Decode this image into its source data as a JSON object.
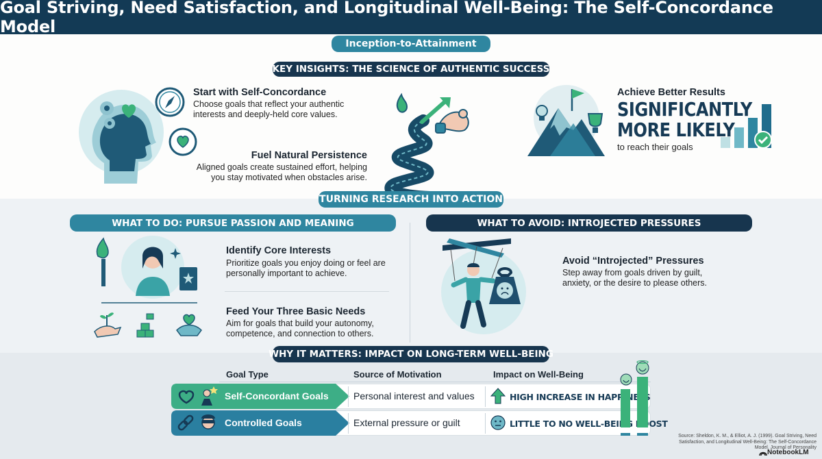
{
  "title": "Goal Striving, Need Satisfaction, and Longitudinal Well-Being: The Self-Concordance Model",
  "subtitle_pill": "Inception-to-Attainment",
  "insights": {
    "heading": "KEY INSIGHTS: THE SCIENCE OF AUTHENTIC SUCCESS",
    "start": {
      "title": "Start with Self-Concordance",
      "text1": "Choose goals that reflect your authentic",
      "text2": "interests and deeply-held core values."
    },
    "fuel": {
      "title": "Fuel Natural Persistence",
      "text1": "Aligned goals create sustained effort, helping",
      "text2": "you stay motivated when obstacles arise."
    },
    "achieve": {
      "title": "Achieve Better Results",
      "big1": "SIGNIFICANTLY",
      "big2": "MORE LIKELY",
      "text": "to reach their goals"
    }
  },
  "action": {
    "heading": "TURNING RESEARCH INTO ACTION",
    "do_heading": "WHAT TO DO: PURSUE PASSION AND MEANING",
    "avoid_heading": "WHAT TO AVOID: INTROJECTED PRESSURES",
    "identify": {
      "title": "Identify Core Interests",
      "text1": "Prioritize goals you enjoy doing or feel are",
      "text2": "personally important to achieve."
    },
    "feed": {
      "title": "Feed Your Three Basic Needs",
      "text1": "Aim for goals that build your autonomy,",
      "text2": "competence, and connection to others."
    },
    "avoid": {
      "title": "Avoid “Introjected” Pressures",
      "text1": "Step away from goals driven by guilt,",
      "text2": "anxiety, or the desire to please others."
    }
  },
  "matters": {
    "heading": "WHY IT MATTERS: IMPACT ON LONG-TERM WELL-BEING",
    "columns": [
      "Goal Type",
      "Source of Motivation",
      "Impact on Well-Being"
    ],
    "rows": [
      {
        "type": "Self-Concordant Goals",
        "source": "Personal interest and values",
        "impact": "HIGH INCREASE IN HAPPINESS"
      },
      {
        "type": "Controlled Goals",
        "source": "External pressure or guilt",
        "impact": "LITTLE TO NO WELL-BEING BOOST"
      }
    ]
  },
  "source_note": "Source: Sheldon, K. M., & Elliot, A. J. (1999). Goal Striving, Need Satisfaction, and Longitudinal Well-Being: The Self-Concordance Model. Journal of Personality",
  "brand": "NotebookLM",
  "colors": {
    "navy": "#133a55",
    "teal": "#2f86a0",
    "green": "#3bb27a",
    "light_teal": "#bfe0e4"
  }
}
